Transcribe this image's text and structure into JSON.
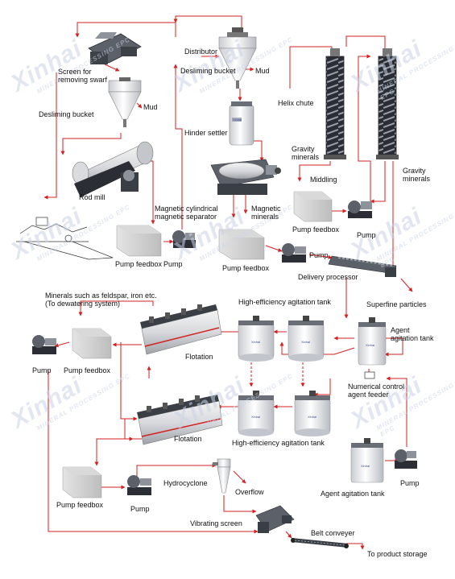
{
  "labels": {
    "screen_swarf": "Screen for\nremoving swarf",
    "desliming_bucket_1": "Desliming bucket",
    "mud_1": "Mud",
    "distributor": "Distributor",
    "desliming_bucket_2": "Desliming bucket",
    "mud_2": "Mud",
    "helix_chute": "Helix chute",
    "hinder_settler": "Hinder settler",
    "gravity_minerals_1": "Gravity\nminerals",
    "gravity_minerals_2": "Gravity\nminerals",
    "middling": "Middling",
    "rod_mill": "Rod mill",
    "magnetic_separator": "Magnetic cylindrical\nmagnetic separator",
    "magnetic_minerals": "Magnetic\nminerals",
    "pump_feedbox_1": "Pump feedbox",
    "pump_1": "Pump",
    "pump_feedbox_2": "Pump feedbox",
    "pump_2": "Pump",
    "pump_feedbox_3": "Pump feedbox",
    "pump_3": "Pump",
    "delivery_processor": "Delivery processor",
    "superfine_particles": "Superfine particles",
    "minerals_feldspar": "Minerals such as feldspar, iron etc.\n(To dewatering system)",
    "he_agitation_tank_1": "High-efficiency agitation tank",
    "agent_agitation_tank_1": "Agent\nagitation tank",
    "pump_4": "Pump",
    "pump_feedbox_4": "Pump feedbox",
    "flotation_1": "Flotation",
    "numerical_control": "Numerical control\nagent feeder",
    "flotation_2": "Flotation",
    "he_agitation_tank_2": "High-efficiency agitation tank",
    "pump_feedbox_5": "Pump feedbox",
    "pump_5": "Pump",
    "hydrocyclone": "Hydrocyclone",
    "overflow": "Overflow",
    "agent_agitation_tank_2": "Agent agitation tank",
    "pump_6": "Pump",
    "vibrating_screen": "Vibrating screen",
    "belt_conveyer": "Belt conveyer",
    "product_storage": "To product storage"
  },
  "tank_plates": {
    "tank_label": "Xinhai"
  },
  "watermark": {
    "brand": "Xinhai",
    "tagline": "MINERAL PROCESSING EPC"
  },
  "colors": {
    "flow_line": "#d42020",
    "equipment_gray": "#8f8f8f",
    "watermark": "#c9d3e6"
  }
}
